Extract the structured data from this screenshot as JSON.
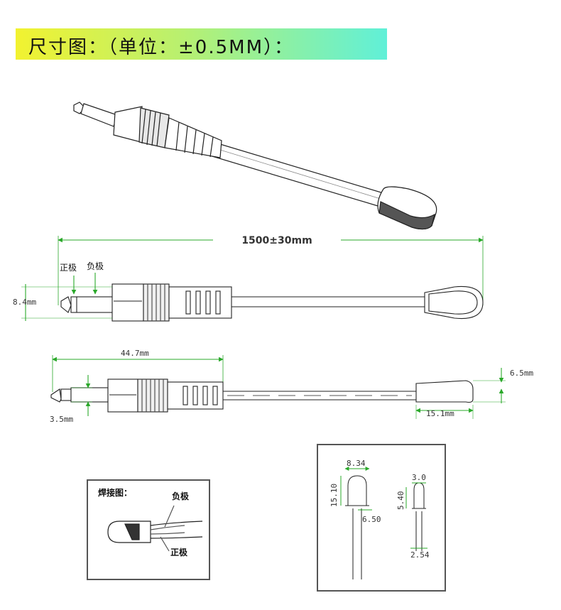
{
  "banner": {
    "title": "尺寸图：（单位：±0.5MM）："
  },
  "dimensions": {
    "cable_length": "1500±30mm",
    "plug_diameter": "8.4mm",
    "plug_length": "44.7mm",
    "tip_diameter": "3.5mm",
    "head_height": "6.5mm",
    "head_length": "15.1mm"
  },
  "pins": {
    "positive": "正极",
    "negative": "负极"
  },
  "wiring": {
    "title": "焊接图：",
    "negative": "负极",
    "positive": "正极"
  },
  "led": {
    "width": "8.34",
    "height": "15.10",
    "base": "6.50",
    "side_width": "3.0",
    "side_height": "5.40",
    "pitch": "2.54"
  }
}
